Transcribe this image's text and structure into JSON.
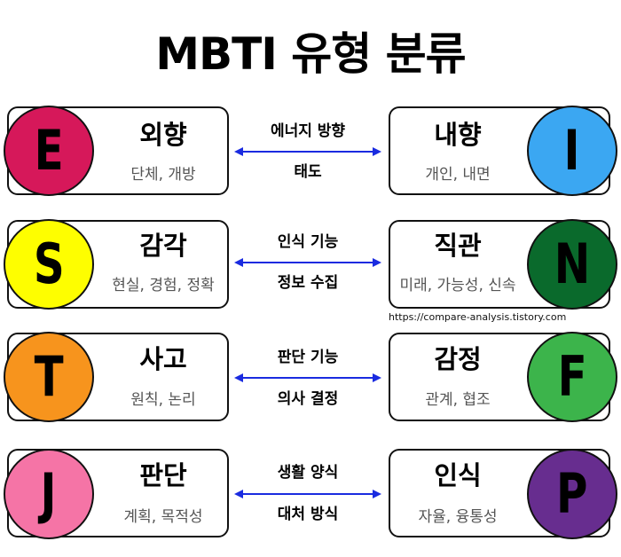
{
  "title": "MBTI 유형 분류",
  "watermark": "https://compare-analysis.tistory.com",
  "rows": [
    {
      "left": {
        "letter": "E",
        "title": "외향",
        "subtitle": "단체, 개방",
        "color": "#d6185a"
      },
      "middle": {
        "top": "에너지 방향",
        "bottom": "태도"
      },
      "right": {
        "letter": "I",
        "title": "내향",
        "subtitle": "개인, 내면",
        "color": "#3ba7f2"
      }
    },
    {
      "left": {
        "letter": "S",
        "title": "감각",
        "subtitle": "현실, 경험, 정확",
        "color": "#fefe00"
      },
      "middle": {
        "top": "인식 기능",
        "bottom": "정보 수집"
      },
      "right": {
        "letter": "N",
        "title": "직관",
        "subtitle": "미래, 가능성, 신속",
        "color": "#0a6a2c"
      }
    },
    {
      "left": {
        "letter": "T",
        "title": "사고",
        "subtitle": "원칙, 논리",
        "color": "#f7941d"
      },
      "middle": {
        "top": "판단 기능",
        "bottom": "의사 결정"
      },
      "right": {
        "letter": "F",
        "title": "감정",
        "subtitle": "관계, 협조",
        "color": "#3cb44b"
      }
    },
    {
      "left": {
        "letter": "J",
        "title": "판단",
        "subtitle": "계획, 목적성",
        "color": "#f574a6"
      },
      "middle": {
        "top": "생활 양식",
        "bottom": "대처 방식"
      },
      "right": {
        "letter": "P",
        "title": "인식",
        "subtitle": "자율, 융통성",
        "color": "#672d8f"
      }
    }
  ],
  "arrow_color": "#1a2be0"
}
